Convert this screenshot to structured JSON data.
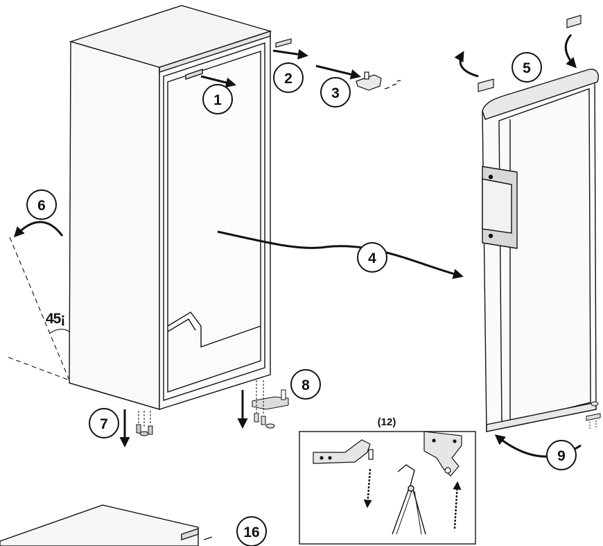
{
  "steps": {
    "s1": "1",
    "s2": "2",
    "s3": "3",
    "s4": "4",
    "s5": "5",
    "s6": "6",
    "s7": "7",
    "s8": "8",
    "s9": "9",
    "s12": "(12)",
    "s16": "16"
  },
  "angle_label": "45¡",
  "colors": {
    "line": "#111111",
    "panel": "#f7f7f7",
    "shade": "#dcdcdc"
  }
}
